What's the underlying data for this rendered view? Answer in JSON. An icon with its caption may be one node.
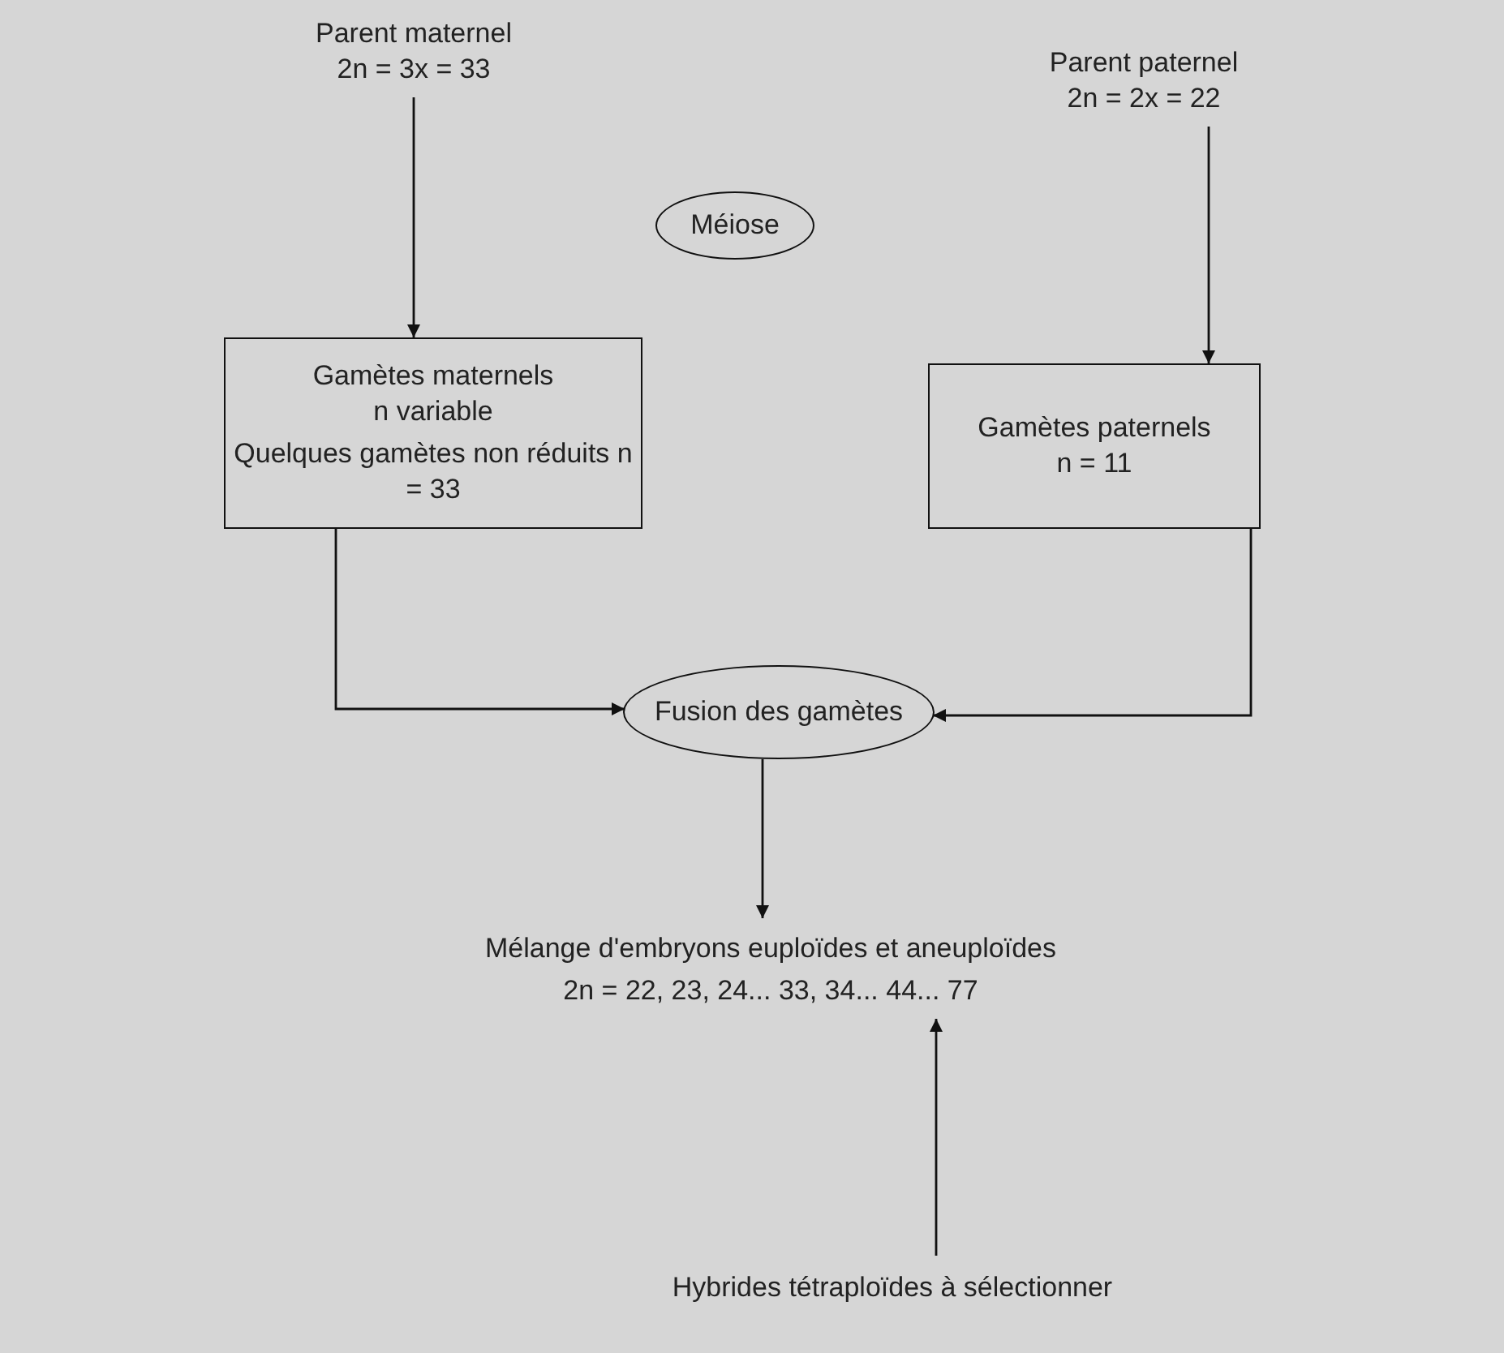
{
  "diagram": {
    "nodes": [
      {
        "text": [
          "Parent maternel 2n = 3x = 33"
        ]
      },
      {
        "text": [
          "Parent paternel 2n = 2x = 22"
        ]
      },
      {
        "text": [
          "Méiose"
        ]
      },
      {
        "text": [
          "Gamètes maternels n variable",
          "Quelques gamètes non réduits n = 33"
        ]
      },
      {
        "text": [
          "Gamètes paternels n = 11"
        ]
      },
      {
        "text": [
          "Fusion des gamètes"
        ]
      },
      {
        "text": [
          "Mélange d'embryons euploïdes et aneuploïdes",
          "2n = 22, 23, 24... 33, 34... 44... 77"
        ]
      },
      {
        "text": [
          "Hybrides tétraploïdes à sélectionner"
        ]
      }
    ],
    "edges": [
      {
        "from": 0,
        "to": 3,
        "arrow": "to"
      },
      {
        "from": 1,
        "to": 4,
        "arrow": "to"
      },
      {
        "from": 3,
        "to": 5,
        "arrow": "to"
      },
      {
        "from": 4,
        "to": 5,
        "arrow": "to"
      },
      {
        "from": 5,
        "to": 6,
        "arrow": "to"
      },
      {
        "from": 7,
        "to": 6,
        "arrow": "to"
      }
    ]
  }
}
